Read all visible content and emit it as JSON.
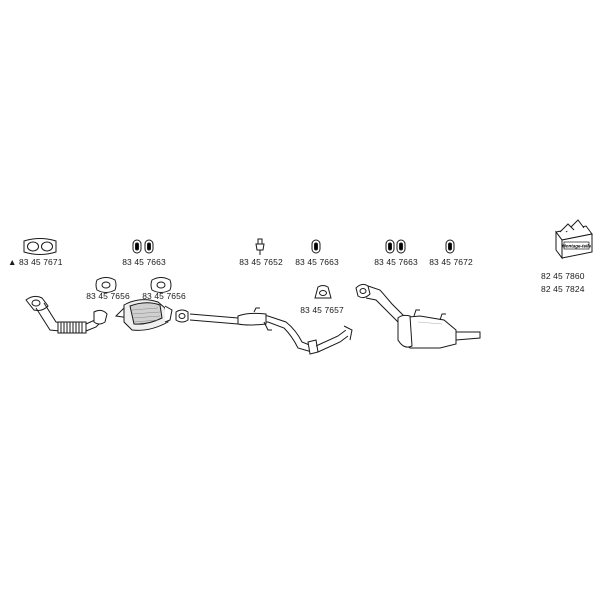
{
  "parts": {
    "p1": {
      "number": "83 45 7671",
      "marker": "▲"
    },
    "p2": {
      "number": "83 45 7663"
    },
    "p3": {
      "number": "83 45 7652"
    },
    "p4": {
      "number": "83 45 7663"
    },
    "p5": {
      "number": "83 45 7663"
    },
    "p6": {
      "number": "83 45 7672"
    },
    "p7": {
      "number": "83 45 7656"
    },
    "p8": {
      "number": "83 45 7656"
    },
    "p9": {
      "number": "83 45 7657"
    },
    "kit": {
      "numbers": [
        "82 45 7860",
        "82 45 7824"
      ],
      "box_label": "Montage-teile"
    }
  },
  "colors": {
    "line": "#1a1a1a",
    "fill": "#ffffff",
    "shade": "#d0d0d0"
  }
}
